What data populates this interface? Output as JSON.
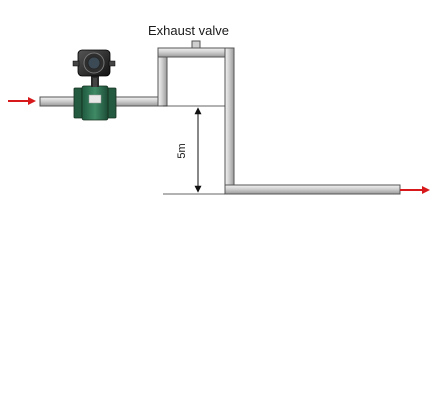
{
  "labels": {
    "exhaust_valve": "Exhaust valve",
    "height": "5m"
  },
  "colors": {
    "pipe_fill": "#d2d2d2",
    "pipe_outline": "#555555",
    "flow_arrow": "#d7191c",
    "meter_body": "#2e6b4f",
    "meter_head": "#2b2b2b"
  },
  "icons": {
    "inlet_arrow": "arrow-right",
    "outlet_arrow": "arrow-right",
    "flowmeter": "electromagnetic-flowmeter",
    "valve": "exhaust-valve"
  }
}
